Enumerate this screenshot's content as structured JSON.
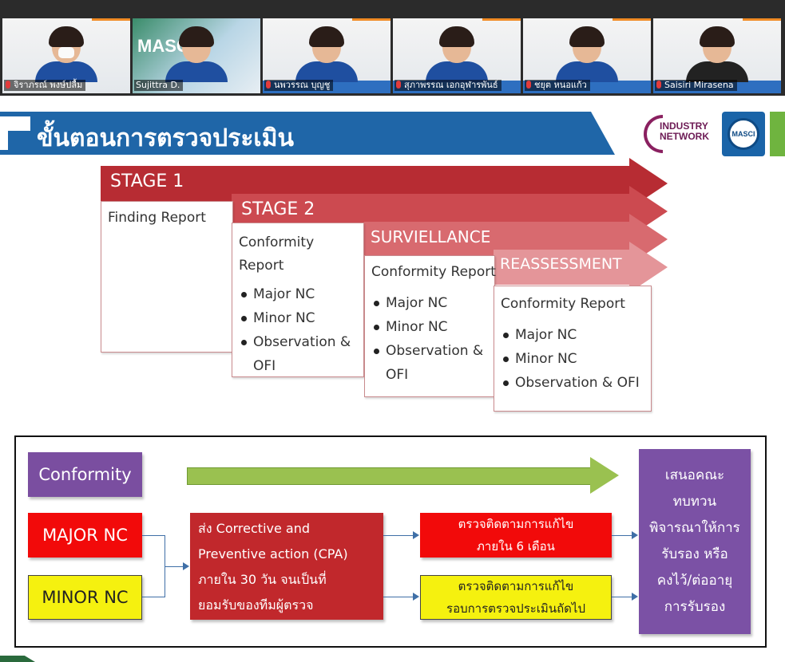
{
  "participants": [
    {
      "name": "จิราภรณ์ พงษ์ปลื้ม",
      "muted": true
    },
    {
      "name": "Sujittra D.",
      "muted": false
    },
    {
      "name": "นพวรรณ บุญชู",
      "muted": true
    },
    {
      "name": "สุภาพรรณ เอกอุฬารพันธ์",
      "muted": true
    },
    {
      "name": "ชยุต หนอแก้ว",
      "muted": true
    },
    {
      "name": "Saisiri Mirasena",
      "muted": true
    }
  ],
  "tile_logo_text": "MASC",
  "slide": {
    "title": "ขั้นตอนการตรวจประเมิน",
    "logos": {
      "industry_network": [
        "INDUSTRY",
        "NETWORK"
      ],
      "masci": "MASCI"
    },
    "stages": [
      {
        "label": "STAGE 1",
        "report": "Finding Report",
        "items": []
      },
      {
        "label": "STAGE 2",
        "report_lines": [
          "Conformity",
          "Report"
        ],
        "items": [
          "Major NC",
          "Minor NC",
          "Observation &",
          "OFI"
        ]
      },
      {
        "label": "SURVIELLANCE",
        "report": "Conformity Report",
        "items": [
          "Major NC",
          "Minor NC",
          "Observation &",
          "OFI"
        ]
      },
      {
        "label": "REASSESSMENT",
        "report": "Conformity Report",
        "items": [
          "Major NC",
          "Minor NC",
          "Observation & OFI"
        ]
      }
    ],
    "flow": {
      "conformity": "Conformity",
      "major": "MAJOR NC",
      "minor": "MINOR NC",
      "cpa_lines": [
        "ส่ง Corrective and",
        "Preventive action (CPA)",
        "ภายใน 30 วัน จนเป็นที่",
        "ยอมรับของทีมผู้ตรวจ"
      ],
      "follow_major": [
        "ตรวจติดตามการแก้ไข",
        "ภายใน 6 เดือน"
      ],
      "follow_minor": [
        "ตรวจติดตามการแก้ไข",
        "รอบการตรวจประเมินถัดไป"
      ],
      "proposal_lines": [
        "เสนอคณะ",
        "ทบทวน",
        "พิจารณาให้การ",
        "รับรอง หรือ",
        "คงไว้/ต่ออายุ",
        "การรับรอง"
      ]
    }
  }
}
